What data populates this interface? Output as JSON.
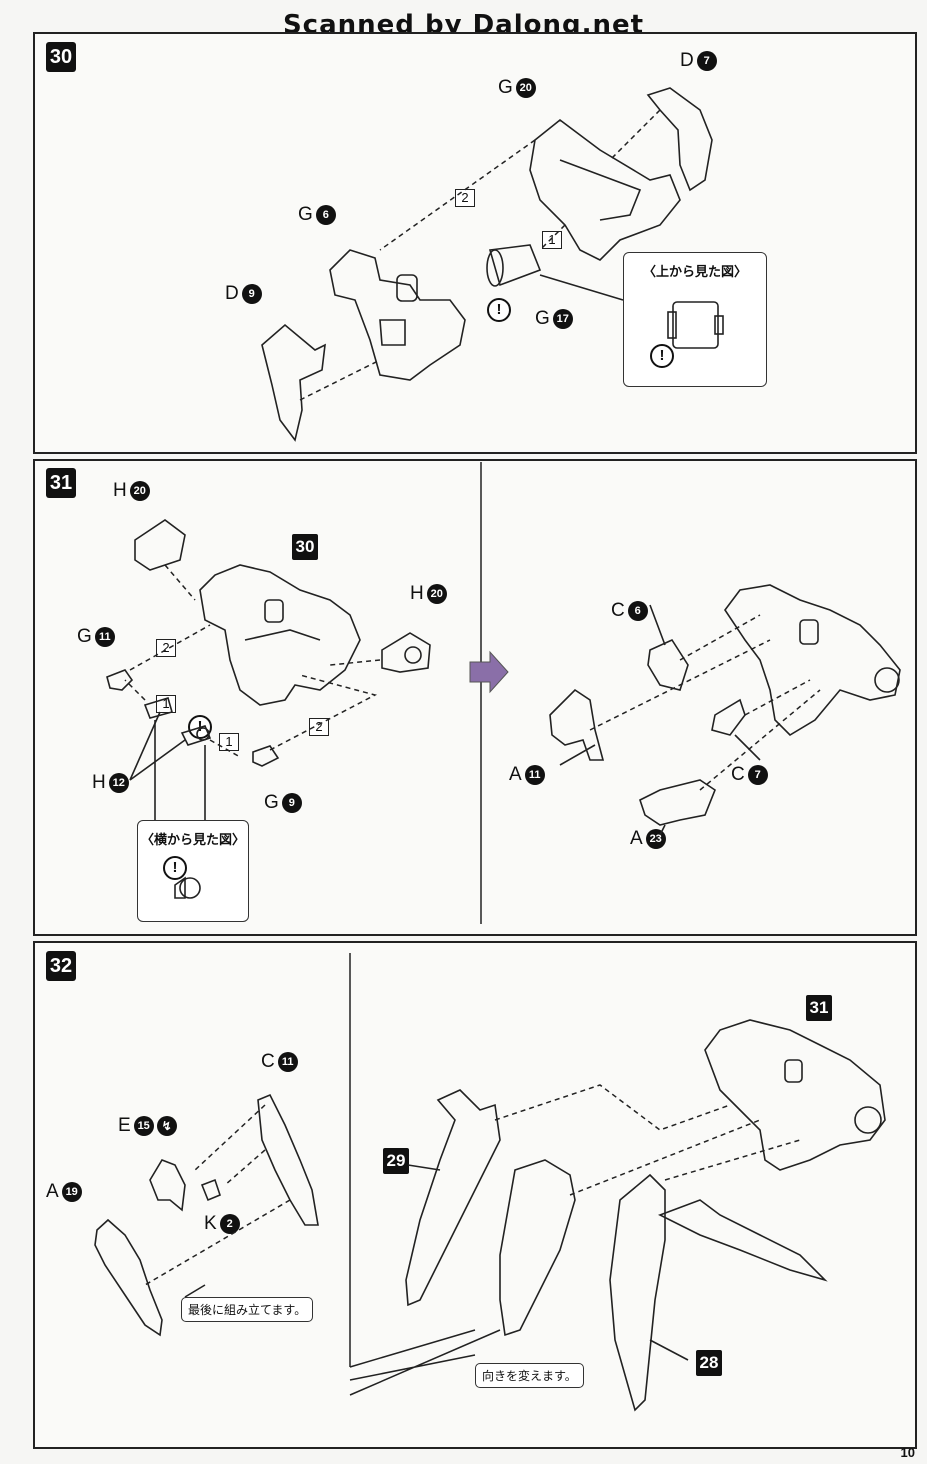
{
  "watermark": "Scanned by Dalong.net",
  "page_number": "10",
  "steps": [
    {
      "number": "30",
      "parts": [
        {
          "letter": "D",
          "num": "7"
        },
        {
          "letter": "G",
          "num": "20"
        },
        {
          "letter": "G",
          "num": "6"
        },
        {
          "letter": "D",
          "num": "9"
        },
        {
          "letter": "G",
          "num": "17"
        }
      ],
      "sequence": [
        "2",
        "1"
      ],
      "callout_title": "〈上から見た図〉"
    },
    {
      "number": "31",
      "ref": "30",
      "parts": [
        {
          "letter": "H",
          "num": "20"
        },
        {
          "letter": "H",
          "num": "20"
        },
        {
          "letter": "G",
          "num": "11"
        },
        {
          "letter": "H",
          "num": "12"
        },
        {
          "letter": "G",
          "num": "9"
        },
        {
          "letter": "C",
          "num": "6"
        },
        {
          "letter": "A",
          "num": "11"
        },
        {
          "letter": "C",
          "num": "7"
        },
        {
          "letter": "A",
          "num": "23"
        }
      ],
      "sequence": [
        "2",
        "1",
        "1",
        "2"
      ],
      "callout_title": "〈横から見た図〉"
    },
    {
      "number": "32",
      "refs": [
        "31",
        "29",
        "28"
      ],
      "parts": [
        {
          "letter": "C",
          "num": "11"
        },
        {
          "letter": "E",
          "num": "15"
        },
        {
          "letter": "A",
          "num": "19"
        },
        {
          "letter": "K",
          "num": "2"
        }
      ],
      "notes": [
        "最後に組み立てます。",
        "向きを変えます。"
      ]
    }
  ]
}
